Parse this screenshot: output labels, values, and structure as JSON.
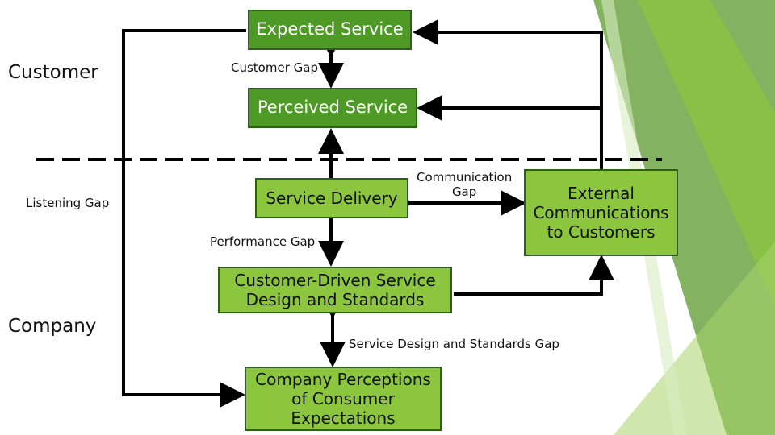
{
  "colors": {
    "dark_box": "#4f9a27",
    "lime_box": "#8cc63f",
    "box_border": "#2f5f1d",
    "arrow": "#000000"
  },
  "boxes": {
    "expected_service": "Expected Service",
    "perceived_service": "Perceived Service",
    "service_delivery": "Service Delivery",
    "customer_driven_design": "Customer-Driven Service\nDesign and Standards",
    "company_perceptions": "Company Perceptions\nof Consumer\nExpectations",
    "external_communications": "External\nCommunications\nto Customers"
  },
  "labels": {
    "customer": "Customer",
    "company": "Company",
    "customer_gap": "Customer Gap",
    "listening_gap": "Listening Gap",
    "performance_gap": "Performance Gap",
    "communication_gap": "Communication\nGap",
    "design_standards_gap": "Service Design and Standards Gap"
  }
}
